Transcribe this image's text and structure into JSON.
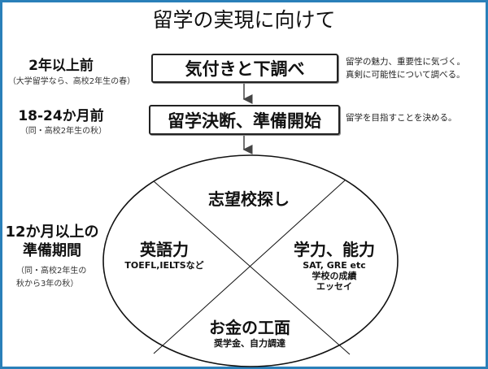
{
  "title": "留学の実現に向けて",
  "steps": [
    {
      "label": "気付きと下調べ",
      "timing": "2年以上前",
      "timing_note": "（大学留学なら、高校2年生の春）",
      "notes": [
        "留学の魅力、重要性に気づく。",
        "真剣に可能性について調べる。"
      ]
    },
    {
      "label": "留学決断、準備開始",
      "timing": "18-24か月前",
      "timing_note": "（同・高校2年生の秋）",
      "notes": [
        "留学を目指すことを決める。"
      ]
    }
  ],
  "prep": {
    "timing_lines": [
      "12か月以上の",
      "準備期間"
    ],
    "note_lines": [
      "（同・高校2年生の",
      "秋から3年の秋）"
    ]
  },
  "quadrants": {
    "top": {
      "title": "志望校探し"
    },
    "left": {
      "title": "英語力",
      "lines": [
        "TOEFL,IELTSなど"
      ]
    },
    "right": {
      "title": "学力、能力",
      "lines": [
        "SAT, GRE etc",
        "学校の成績",
        "エッセイ"
      ]
    },
    "bottom": {
      "title": "お金の工面",
      "lines": [
        "奨学金、自力調達"
      ]
    }
  },
  "colors": {
    "border": "#2a80b9"
  }
}
